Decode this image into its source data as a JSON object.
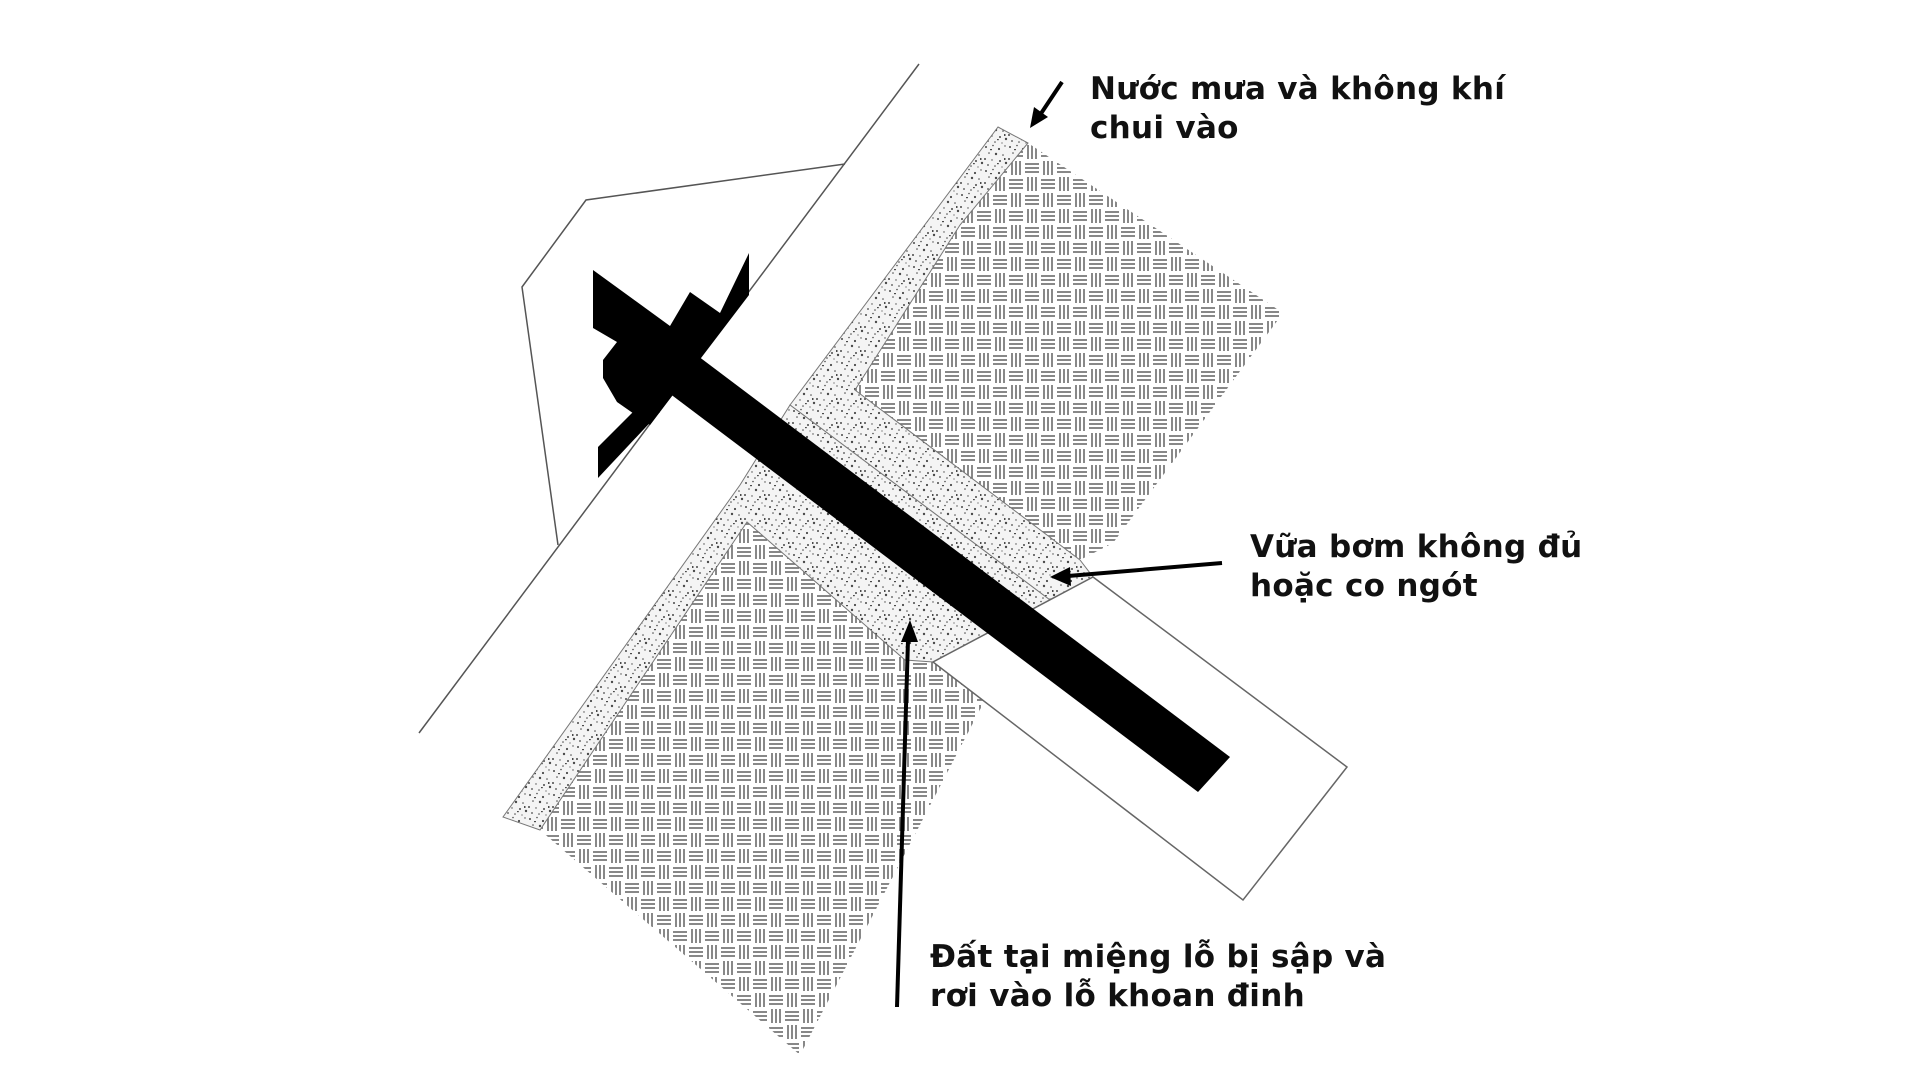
{
  "diagram": {
    "type": "soil-nail cross-section",
    "colors": {
      "background": "#ffffff",
      "nail": "#000000",
      "outline": "#555555",
      "grout_speckle": "#444444",
      "soil_hatch": "#555555",
      "text": "#111111"
    },
    "components": [
      {
        "id": "slope-face",
        "description": "sloped ground surface line"
      },
      {
        "id": "facing-plate",
        "description": "black anchor head / bearing plate"
      },
      {
        "id": "nail-bar",
        "description": "black steel nail bar"
      },
      {
        "id": "drill-hole",
        "description": "white drill hole outline"
      },
      {
        "id": "grout-zone-upper",
        "description": "speckled grout band (upper)"
      },
      {
        "id": "grout-zone-lower",
        "description": "speckled grout band (lower)"
      },
      {
        "id": "soil-upper",
        "description": "hatched soil block (upper)"
      },
      {
        "id": "soil-lower",
        "description": "hatched soil block (lower)"
      }
    ]
  },
  "labels": {
    "rain": {
      "lines": [
        "Nước mưa và không khí",
        "chui vào"
      ]
    },
    "grout": {
      "lines": [
        "Vữa bơm không đủ",
        "hoặc co ngót"
      ]
    },
    "soil": {
      "lines": [
        "Đất tại miệng lỗ bị sập và",
        "rơi vào lỗ khoan đinh"
      ]
    }
  }
}
